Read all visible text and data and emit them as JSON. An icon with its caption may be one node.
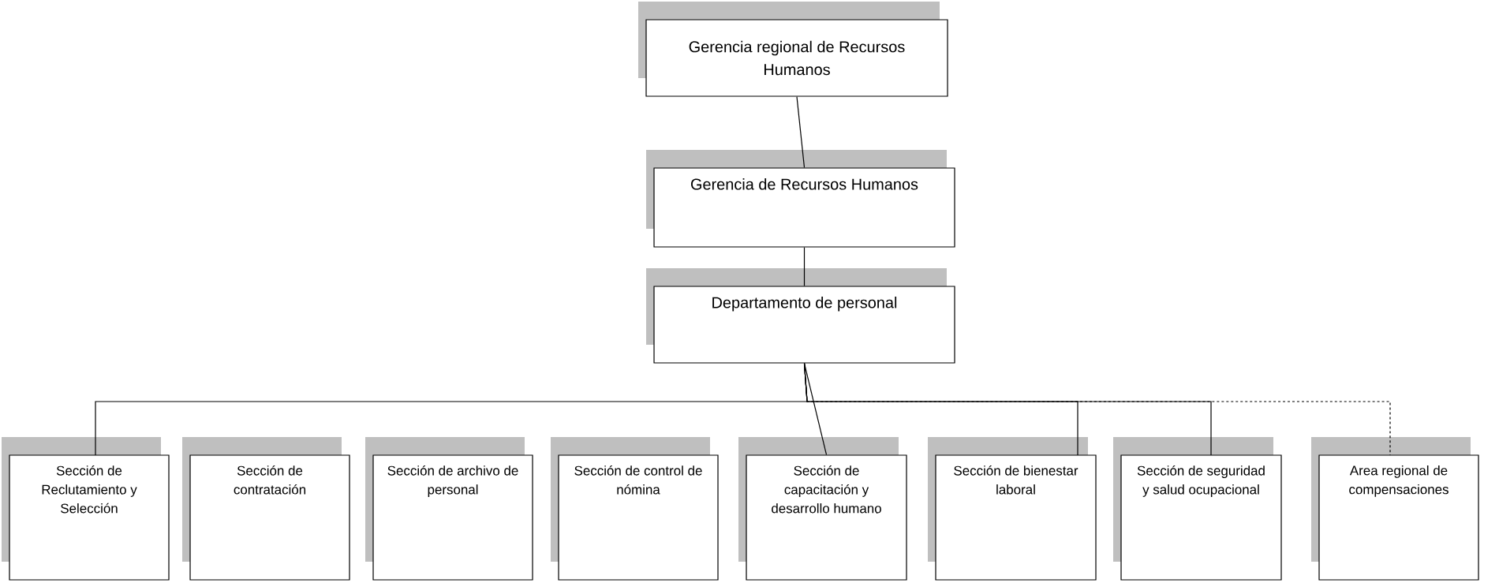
{
  "diagram": {
    "nodes": [
      {
        "text": [
          "Gerencia regional de Recursos Humanos"
        ]
      },
      {
        "text": [
          "Gerencia de Recursos Humanos"
        ]
      },
      {
        "text": [
          "Departamento de personal"
        ]
      },
      {
        "text": [
          "Sección de Reclutamiento y Selección"
        ]
      },
      {
        "text": [
          "Sección de contratación"
        ]
      },
      {
        "text": [
          "Sección de archivo de personal"
        ]
      },
      {
        "text": [
          "Sección de control de nómina"
        ]
      },
      {
        "text": [
          "Sección de capacitación y desarrollo humano"
        ]
      },
      {
        "text": [
          "Sección de bienestar laboral"
        ]
      },
      {
        "text": [
          "Sección de seguridad y salud ocupacional"
        ]
      },
      {
        "text": [
          "Area regional de compensaciones"
        ]
      }
    ],
    "edges": [
      {
        "from": 0,
        "to": 1,
        "arrow": "none"
      },
      {
        "from": 1,
        "to": 2,
        "arrow": "none"
      },
      {
        "from": 2,
        "to": 3,
        "arrow": "none"
      },
      {
        "from": 2,
        "to": 7,
        "arrow": "none"
      },
      {
        "from": 2,
        "to": 8,
        "arrow": "none"
      },
      {
        "from": 2,
        "to": 9,
        "arrow": "none"
      },
      {
        "from": 2,
        "to": 10,
        "arrow": "none",
        "style": "dashed"
      }
    ]
  }
}
